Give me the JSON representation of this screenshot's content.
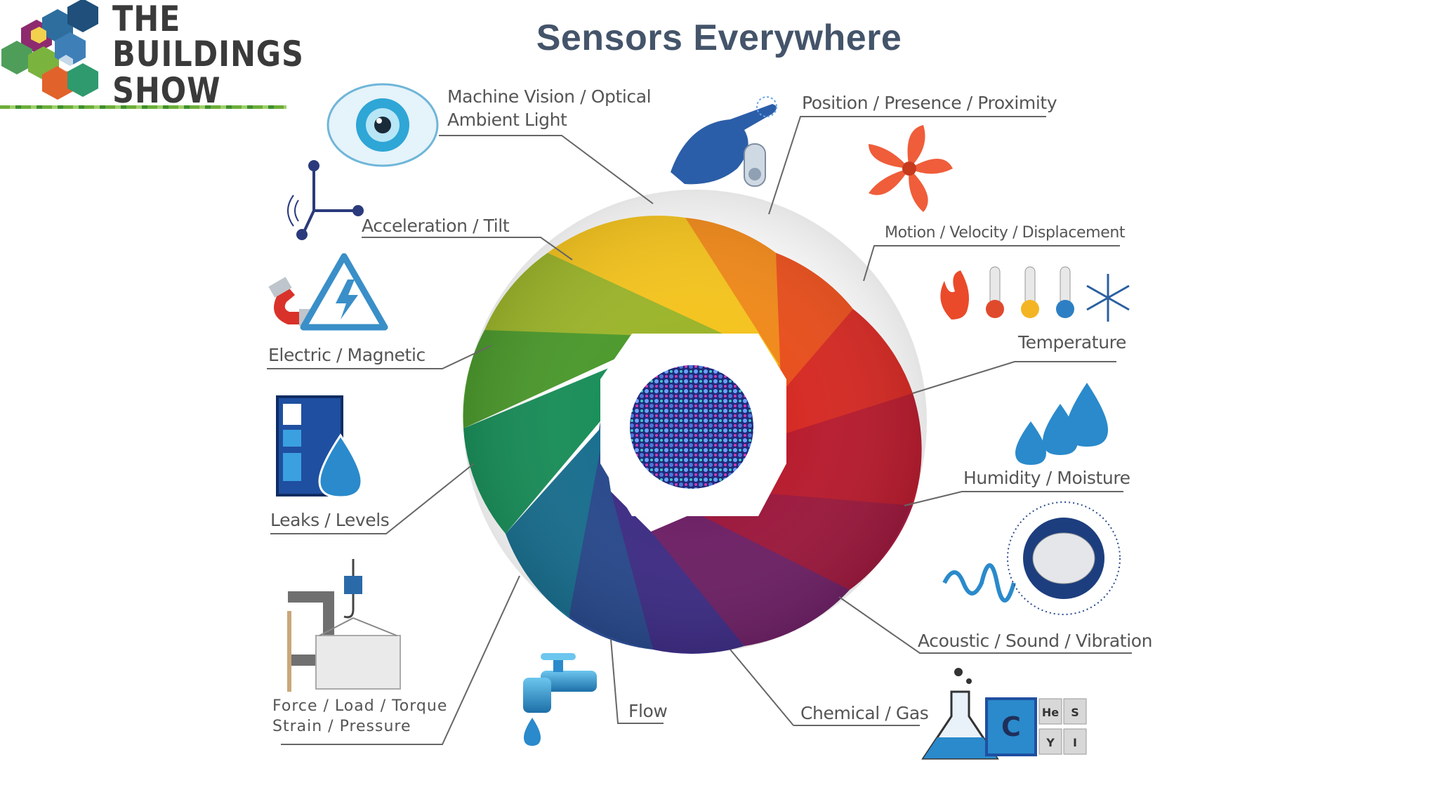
{
  "title": "Sensors Everywhere",
  "logo": {
    "line1": "THE",
    "line2": "BUILDINGS",
    "line3": "SHOW"
  },
  "labels": {
    "machine_vision_l1": "Machine Vision / Optical",
    "machine_vision_l2": "Ambient Light",
    "position": "Position / Presence / Proximity",
    "acceleration": "Acceleration / Tilt",
    "motion": "Motion / Velocity / Displacement",
    "electric": "Electric / Magnetic",
    "temperature": "Temperature",
    "humidity": "Humidity / Moisture",
    "leaks": "Leaks / Levels",
    "acoustic": "Acoustic / Sound / Vibration",
    "force_l1": "Force / Load / Torque",
    "force_l2": "Strain / Pressure",
    "flow": "Flow",
    "chemical": "Chemical / Gas",
    "periodic_c": "C",
    "periodic_he": "He",
    "periodic_s": "S",
    "periodic_y": "Y",
    "periodic_i": "I"
  },
  "wheel_colors": [
    "#f08a1c",
    "#e8501e",
    "#d62b25",
    "#b81d2f",
    "#9c1a3e",
    "#6e2266",
    "#3f2e85",
    "#2a4a8c",
    "#1a6f8f",
    "#1b8f5a",
    "#4d9a2e",
    "#9cb52c",
    "#f4c420"
  ],
  "icons": [
    "eye-icon",
    "pointing-hand-icon",
    "fan-icon",
    "accelerometer-icon",
    "magnet-icon",
    "electric-warning-icon",
    "flame-icon",
    "thermometer-icon",
    "snowflake-icon",
    "tank-icon",
    "water-drop-icon",
    "humidity-drops-icon",
    "sound-wave-icon",
    "explosion-icon",
    "clamp-icon",
    "crane-hook-icon",
    "faucet-icon",
    "flask-icon",
    "periodic-table-icon"
  ]
}
